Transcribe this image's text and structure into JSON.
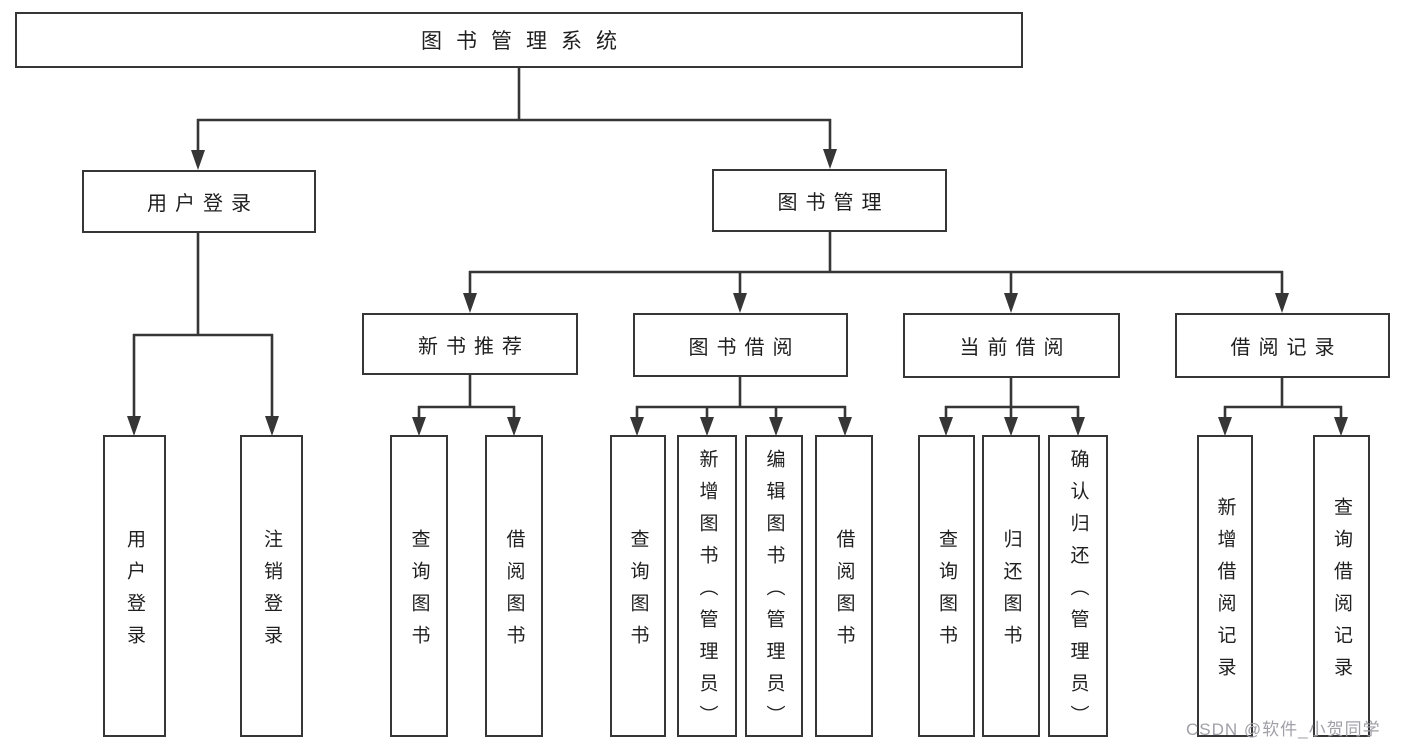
{
  "root": {
    "label": "图书管理系统"
  },
  "branches": {
    "userLogin": {
      "label": "用户登录",
      "leaves": [
        {
          "label": "用户登录"
        },
        {
          "label": "注销登录"
        }
      ]
    },
    "bookMgmt": {
      "label": "图书管理",
      "groups": [
        {
          "label": "新书推荐",
          "leaves": [
            {
              "label": "查询图书"
            },
            {
              "label": "借阅图书"
            }
          ]
        },
        {
          "label": "图书借阅",
          "leaves": [
            {
              "label": "查询图书"
            },
            {
              "label": "新增图书（管理员）"
            },
            {
              "label": "编辑图书（管理员）"
            },
            {
              "label": "借阅图书"
            }
          ]
        },
        {
          "label": "当前借阅",
          "leaves": [
            {
              "label": "查询图书"
            },
            {
              "label": "归还图书"
            },
            {
              "label": "确认归还（管理员）"
            }
          ]
        },
        {
          "label": "借阅记录",
          "leaves": [
            {
              "label": "新增借阅记录"
            },
            {
              "label": "查询借阅记录"
            }
          ]
        }
      ]
    }
  },
  "watermark": {
    "text": "CSDN @软件_小贺同学"
  },
  "colors": {
    "line": "#363636",
    "text": "#1f1f1f",
    "watermark": "#a0a0a8",
    "background": "#ffffff"
  }
}
